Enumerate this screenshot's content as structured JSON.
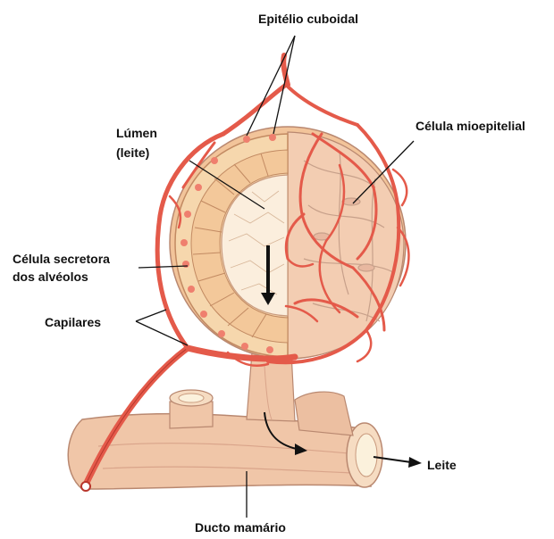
{
  "labels": {
    "epitelio": "Epitélio cuboidal",
    "lumen_l1": "Lúmen",
    "lumen_l2": "(leite)",
    "mioepitelial": "Célula mioepitelial",
    "secretora_l1": "Célula secretora",
    "secretora_l2": "dos alvéolos",
    "capilares": "Capilares",
    "leite": "Leite",
    "ducto": "Ducto mamário"
  },
  "colors": {
    "tissue": "#f2c49a",
    "tissue_dark": "#d9a07a",
    "duct": "#f0c6a8",
    "vessel": "#e45a4a",
    "vessel_dark": "#b8362c",
    "nucleus": "#ef7f6e",
    "lumen": "#fbeedd",
    "leader": "#111111"
  }
}
